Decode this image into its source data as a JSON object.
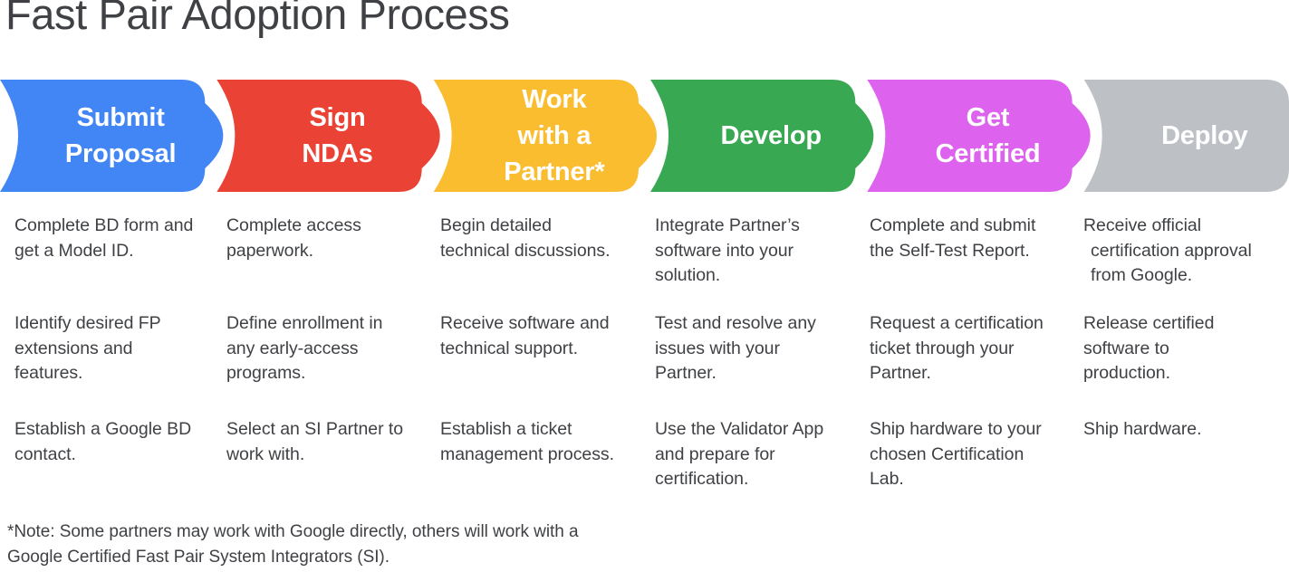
{
  "title": "Fast Pair Adoption Process",
  "colors": {
    "title_text": "#3f4145",
    "body_text": "#3f4145",
    "background": "#ffffff",
    "step_blue": "#4285f4",
    "step_red": "#ea4335",
    "step_yellow": "#fabd2f",
    "step_green": "#38a853",
    "step_magenta": "#dd62ee",
    "step_gray": "#bdc1c6",
    "step_label_text": "#ffffff"
  },
  "steps": [
    {
      "id": "submit-proposal",
      "label_lines": [
        "Submit",
        "Proposal"
      ],
      "color": "#4285f4",
      "items": [
        {
          "lines": [
            "Complete BD form and",
            "get a Model ID."
          ]
        },
        {
          "lines": [
            "Identify desired FP",
            "extensions and",
            "features."
          ]
        },
        {
          "lines": [
            "Establish a Google BD",
            "contact."
          ]
        }
      ]
    },
    {
      "id": "sign-ndas",
      "label_lines": [
        "Sign",
        "NDAs"
      ],
      "color": "#ea4335",
      "items": [
        {
          "lines": [
            "Complete access",
            "paperwork."
          ]
        },
        {
          "lines": [
            "Define enrollment in",
            "any early-access",
            "programs."
          ]
        },
        {
          "lines": [
            "Select an SI Partner to",
            "work with."
          ]
        }
      ]
    },
    {
      "id": "work-with-a-partner",
      "label_lines": [
        "Work",
        "with a",
        "Partner*"
      ],
      "color": "#fabd2f",
      "items": [
        {
          "lines": [
            "Begin detailed",
            "technical discussions."
          ]
        },
        {
          "lines": [
            "Receive software and",
            "technical support."
          ]
        },
        {
          "lines": [
            "Establish a ticket",
            "management process."
          ]
        }
      ]
    },
    {
      "id": "develop",
      "label_lines": [
        "Develop"
      ],
      "color": "#38a853",
      "items": [
        {
          "lines": [
            "Integrate Partner’s",
            "software into your",
            "solution."
          ]
        },
        {
          "lines": [
            "Test and resolve any",
            "issues with your",
            "Partner."
          ]
        },
        {
          "lines": [
            "Use the Validator App",
            "and prepare for",
            "certification."
          ]
        }
      ]
    },
    {
      "id": "get-certified",
      "label_lines": [
        "Get",
        "Certified"
      ],
      "color": "#dd62ee",
      "items": [
        {
          "lines": [
            "Complete and submit",
            "the Self-Test Report."
          ]
        },
        {
          "lines": [
            "Request a certification",
            "ticket through your",
            "Partner."
          ]
        },
        {
          "lines": [
            "Ship hardware to your",
            "chosen Certification",
            "Lab."
          ]
        }
      ]
    },
    {
      "id": "deploy",
      "label_lines": [
        "Deploy"
      ],
      "color": "#bdc1c6",
      "items": [
        {
          "lines": [
            "Receive official",
            "certification approval",
            "from Google."
          ]
        },
        {
          "lines": [
            "Release certified",
            "software to",
            "production."
          ]
        },
        {
          "lines": [
            "Ship hardware."
          ]
        }
      ]
    }
  ],
  "footnote": {
    "lines": [
      "*Note: Some partners may work with Google directly, others will work with a",
      "Google Certified Fast Pair System Integrators (SI)."
    ]
  }
}
